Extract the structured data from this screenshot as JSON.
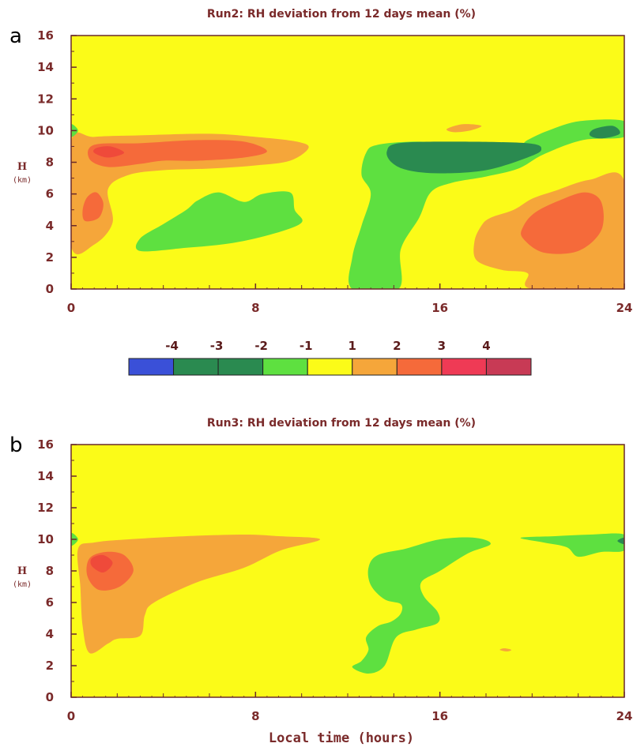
{
  "chart_data": [
    {
      "type": "heatmap",
      "panel": "a",
      "title": "Run2: RH deviation from 12 days mean (%)",
      "xlabel": "",
      "ylabel": "H",
      "yunit": "(km)",
      "xlim": [
        0,
        24
      ],
      "ylim": [
        0,
        16
      ],
      "xticks": [
        "0",
        "8",
        "16",
        "24"
      ],
      "yticks": [
        "0",
        "2",
        "4",
        "6",
        "8",
        "10",
        "12",
        "14",
        "16"
      ],
      "background_level": "-1 to 1",
      "regions": [
        {
          "level": "1 to 2",
          "color": "#f5a63a",
          "desc": "warm anomaly band near 8-9 km from hour 0 to 10.5 extending down to ~2.7 km near hour 0-2",
          "outline": [
            [
              0,
              2.7
            ],
            [
              1,
              2.8
            ],
            [
              1.8,
              4.2
            ],
            [
              1.6,
              6.3
            ],
            [
              2.5,
              7.2
            ],
            [
              4,
              7.5
            ],
            [
              6,
              7.6
            ],
            [
              8,
              7.8
            ],
            [
              9.5,
              8.1
            ],
            [
              10.3,
              8.9
            ],
            [
              9.8,
              9.3
            ],
            [
              8,
              9.6
            ],
            [
              6,
              9.8
            ],
            [
              3,
              9.7
            ],
            [
              1,
              9.6
            ],
            [
              0,
              9.3
            ]
          ]
        },
        {
          "level": "1 to 2",
          "color": "#f5a63a",
          "desc": "afternoon lower-level warm anomaly",
          "outline": [
            [
              20,
              0
            ],
            [
              24,
              0
            ],
            [
              24,
              6.8
            ],
            [
              22.5,
              6.9
            ],
            [
              21,
              6.2
            ],
            [
              20,
              5.7
            ],
            [
              19.2,
              5
            ],
            [
              18.2,
              4.5
            ],
            [
              17.8,
              4
            ],
            [
              17.5,
              3
            ],
            [
              17.6,
              1.8
            ],
            [
              18.7,
              1.2
            ],
            [
              19.8,
              1
            ]
          ]
        },
        {
          "level": "1 to 2",
          "color": "#f5a63a",
          "desc": "small patch near 10 km",
          "outline": [
            [
              16.3,
              10.1
            ],
            [
              17,
              10.4
            ],
            [
              17.8,
              10.3
            ],
            [
              17.3,
              10
            ],
            [
              16.6,
              9.9
            ]
          ]
        },
        {
          "level": "2 to 3",
          "color": "#f56a3a",
          "desc": "core near 8.5 km",
          "outline": [
            [
              0.8,
              8.2
            ],
            [
              1.6,
              7.7
            ],
            [
              3,
              7.9
            ],
            [
              4,
              8.1
            ],
            [
              5.5,
              8.1
            ],
            [
              7.5,
              8.3
            ],
            [
              8.5,
              8.7
            ],
            [
              7.5,
              9.3
            ],
            [
              5.5,
              9.4
            ],
            [
              3,
              9.2
            ],
            [
              1,
              9.1
            ]
          ]
        },
        {
          "level": "2 to 3",
          "color": "#f56a3a",
          "desc": "core near 5 km",
          "outline": [
            [
              0.6,
              4.3
            ],
            [
              1.2,
              4.5
            ],
            [
              1.4,
              5.4
            ],
            [
              1.1,
              6.1
            ],
            [
              0.7,
              5.8
            ],
            [
              0.5,
              5
            ]
          ]
        },
        {
          "level": "2 to 3",
          "color": "#f56a3a",
          "desc": "afternoon core near 4 km",
          "outline": [
            [
              19.6,
              3.2
            ],
            [
              20.5,
              2.3
            ],
            [
              22,
              2.4
            ],
            [
              23,
              3.7
            ],
            [
              23,
              5.5
            ],
            [
              22.3,
              6.1
            ],
            [
              21.2,
              5.6
            ],
            [
              20.1,
              4.8
            ],
            [
              19.6,
              3.9
            ]
          ]
        },
        {
          "level": "3 to 4",
          "color": "#ef4a3a",
          "desc": "small cores",
          "outline": [
            [
              1,
              8.6
            ],
            [
              1.6,
              8.3
            ],
            [
              2.3,
              8.6
            ],
            [
              1.7,
              9
            ],
            [
              1.1,
              8.9
            ]
          ]
        },
        {
          "level": "-2 to -1",
          "color": "#5ee040",
          "desc": "mid-level dry anomaly 2.5-6 km",
          "outline": [
            [
              3,
              2.4
            ],
            [
              5,
              2.6
            ],
            [
              7,
              2.9
            ],
            [
              8.8,
              3.5
            ],
            [
              10,
              4.2
            ],
            [
              9.7,
              5
            ],
            [
              9.5,
              6.1
            ],
            [
              8.3,
              6
            ],
            [
              7.5,
              5.5
            ],
            [
              6.4,
              6.1
            ],
            [
              5.5,
              5.6
            ],
            [
              5,
              5
            ],
            [
              4,
              4.1
            ],
            [
              3,
              3.2
            ]
          ]
        },
        {
          "level": "-2 to -1",
          "color": "#5ee040",
          "desc": "dry anomaly from surface in afternoon up to 10.5 km",
          "outline": [
            [
              12.2,
              0
            ],
            [
              14.2,
              0
            ],
            [
              14.3,
              2.5
            ],
            [
              15.1,
              4.5
            ],
            [
              15.6,
              6.1
            ],
            [
              16.5,
              6.7
            ],
            [
              18,
              7.1
            ],
            [
              19.4,
              7.6
            ],
            [
              20.5,
              8.5
            ],
            [
              22.2,
              9.4
            ],
            [
              24,
              9.6
            ],
            [
              24,
              10.6
            ],
            [
              22.1,
              10.6
            ],
            [
              20.7,
              10
            ],
            [
              19.8,
              9.4
            ],
            [
              19.2,
              8.9
            ],
            [
              17,
              9.1
            ],
            [
              15,
              9.3
            ],
            [
              13.3,
              9.1
            ],
            [
              12.8,
              8.6
            ],
            [
              12.6,
              7.2
            ],
            [
              13,
              6
            ],
            [
              12.6,
              4
            ],
            [
              12.2,
              2
            ]
          ]
        },
        {
          "level": "-2 to -1",
          "color": "#5ee040",
          "desc": "small patch at 10 km hour 0",
          "outline": [
            [
              0,
              9.6
            ],
            [
              0.3,
              10
            ],
            [
              0,
              10.4
            ]
          ]
        },
        {
          "level": "-3 to -2",
          "color": "#2a8a50",
          "desc": "strong dry core near 8.5 km",
          "outline": [
            [
              13.9,
              8
            ],
            [
              14.6,
              7.5
            ],
            [
              16,
              7.3
            ],
            [
              18,
              7.5
            ],
            [
              19.8,
              8.3
            ],
            [
              20.4,
              8.8
            ],
            [
              19.8,
              9.2
            ],
            [
              16.5,
              9.3
            ],
            [
              14.2,
              9.2
            ],
            [
              13.7,
              8.7
            ]
          ]
        },
        {
          "level": "-3 to -2",
          "color": "#2a8a50",
          "desc": "dry core near 10 km",
          "outline": [
            [
              22.5,
              9.7
            ],
            [
              23,
              9.5
            ],
            [
              23.8,
              9.8
            ],
            [
              23.5,
              10.3
            ],
            [
              22.7,
              10.1
            ]
          ]
        }
      ]
    },
    {
      "type": "heatmap",
      "panel": "b",
      "title": "Run3: RH deviation from 12 days mean (%)",
      "xlabel": "Local time (hours)",
      "ylabel": "H",
      "yunit": "(km)",
      "xlim": [
        0,
        24
      ],
      "ylim": [
        0,
        16
      ],
      "xticks": [
        "0",
        "8",
        "16",
        "24"
      ],
      "yticks": [
        "0",
        "2",
        "4",
        "6",
        "8",
        "10",
        "12",
        "14",
        "16"
      ],
      "background_level": "-1 to 1",
      "regions": [
        {
          "level": "1 to 2",
          "color": "#f5a63a",
          "desc": "warm anomaly from hour 0 extending along 10 km to hour 10.5",
          "outline": [
            [
              0.8,
              2.8
            ],
            [
              1.6,
              3.4
            ],
            [
              2,
              3.7
            ],
            [
              3,
              3.9
            ],
            [
              3.2,
              5.2
            ],
            [
              3.6,
              6
            ],
            [
              5.5,
              7.3
            ],
            [
              7.5,
              8.2
            ],
            [
              9.1,
              9.3
            ],
            [
              10.8,
              10
            ],
            [
              9,
              10.2
            ],
            [
              7.5,
              10.3
            ],
            [
              5,
              10.2
            ],
            [
              2.5,
              10
            ],
            [
              1,
              9.8
            ],
            [
              0.3,
              9.4
            ],
            [
              0.4,
              7
            ],
            [
              0.5,
              4.5
            ]
          ]
        },
        {
          "level": "1 to 2",
          "color": "#f5a63a",
          "desc": "tiny patch",
          "outline": [
            [
              18.6,
              3
            ],
            [
              18.9,
              2.9
            ],
            [
              19.1,
              3
            ],
            [
              18.8,
              3.1
            ]
          ]
        },
        {
          "level": "2 to 3",
          "color": "#f56a3a",
          "desc": "core near 8 km",
          "outline": [
            [
              0.7,
              7.7
            ],
            [
              1.2,
              6.8
            ],
            [
              2.1,
              7
            ],
            [
              2.7,
              8
            ],
            [
              2.3,
              9
            ],
            [
              1.5,
              9.2
            ],
            [
              0.8,
              8.8
            ]
          ]
        },
        {
          "level": "3 to 4",
          "color": "#ef4a3a",
          "desc": "small core near 8.5 km",
          "outline": [
            [
              0.9,
              8.3
            ],
            [
              1.4,
              7.9
            ],
            [
              1.8,
              8.5
            ],
            [
              1.4,
              9
            ],
            [
              0.9,
              8.8
            ]
          ]
        },
        {
          "level": "-2 to -1",
          "color": "#5ee040",
          "desc": "dry anomaly 1.5-10 km in afternoon",
          "outline": [
            [
              12.2,
              1.9
            ],
            [
              12.9,
              1.5
            ],
            [
              13.6,
              2
            ],
            [
              14.1,
              3.8
            ],
            [
              15,
              4.3
            ],
            [
              15.9,
              4.7
            ],
            [
              15.9,
              5.4
            ],
            [
              15.3,
              6.4
            ],
            [
              15.2,
              7.3
            ],
            [
              16,
              8
            ],
            [
              17.2,
              9.1
            ],
            [
              18.2,
              9.7
            ],
            [
              17.5,
              10.1
            ],
            [
              16,
              10
            ],
            [
              14.5,
              9.4
            ],
            [
              13.3,
              9
            ],
            [
              12.9,
              8.2
            ],
            [
              13,
              7.1
            ],
            [
              13.6,
              6.2
            ],
            [
              14.3,
              5.9
            ],
            [
              14.3,
              5.3
            ],
            [
              13.9,
              4.8
            ],
            [
              13.3,
              4.5
            ],
            [
              12.8,
              3.8
            ],
            [
              12.9,
              3
            ],
            [
              12.6,
              2.3
            ]
          ]
        },
        {
          "level": "-2 to -1",
          "color": "#5ee040",
          "desc": "dry anomaly near 9.5-10 km",
          "outline": [
            [
              19.5,
              10.1
            ],
            [
              20.5,
              9.8
            ],
            [
              21.5,
              9.5
            ],
            [
              22,
              8.9
            ],
            [
              23,
              9.2
            ],
            [
              24,
              9.3
            ],
            [
              24,
              10.3
            ],
            [
              22.5,
              10.3
            ],
            [
              21,
              10.2
            ]
          ]
        },
        {
          "level": "-2 to -1",
          "color": "#5ee040",
          "desc": "small patch at 10 km hour 0",
          "outline": [
            [
              0,
              9.6
            ],
            [
              0.3,
              10
            ],
            [
              0,
              10.4
            ]
          ]
        },
        {
          "level": "-3 to -2",
          "color": "#2a8a50",
          "desc": "tiny core at 10 km hour 24",
          "outline": [
            [
              23.7,
              9.9
            ],
            [
              24,
              9.7
            ],
            [
              24,
              10.1
            ]
          ]
        }
      ]
    }
  ],
  "colorbar": {
    "labels": [
      "-4",
      "-3",
      "-2",
      "-1",
      "1",
      "2",
      "3",
      "4"
    ],
    "colors": [
      "#3a50d8",
      "#2a8a50",
      "#2a8a50",
      "#5ee040",
      "#fbfb18",
      "#f5a63a",
      "#f56a3a",
      "#ef3a55",
      "#c83a55"
    ]
  },
  "colors": {
    "background": "#fbfb18",
    "text": "#7a2a2a"
  }
}
